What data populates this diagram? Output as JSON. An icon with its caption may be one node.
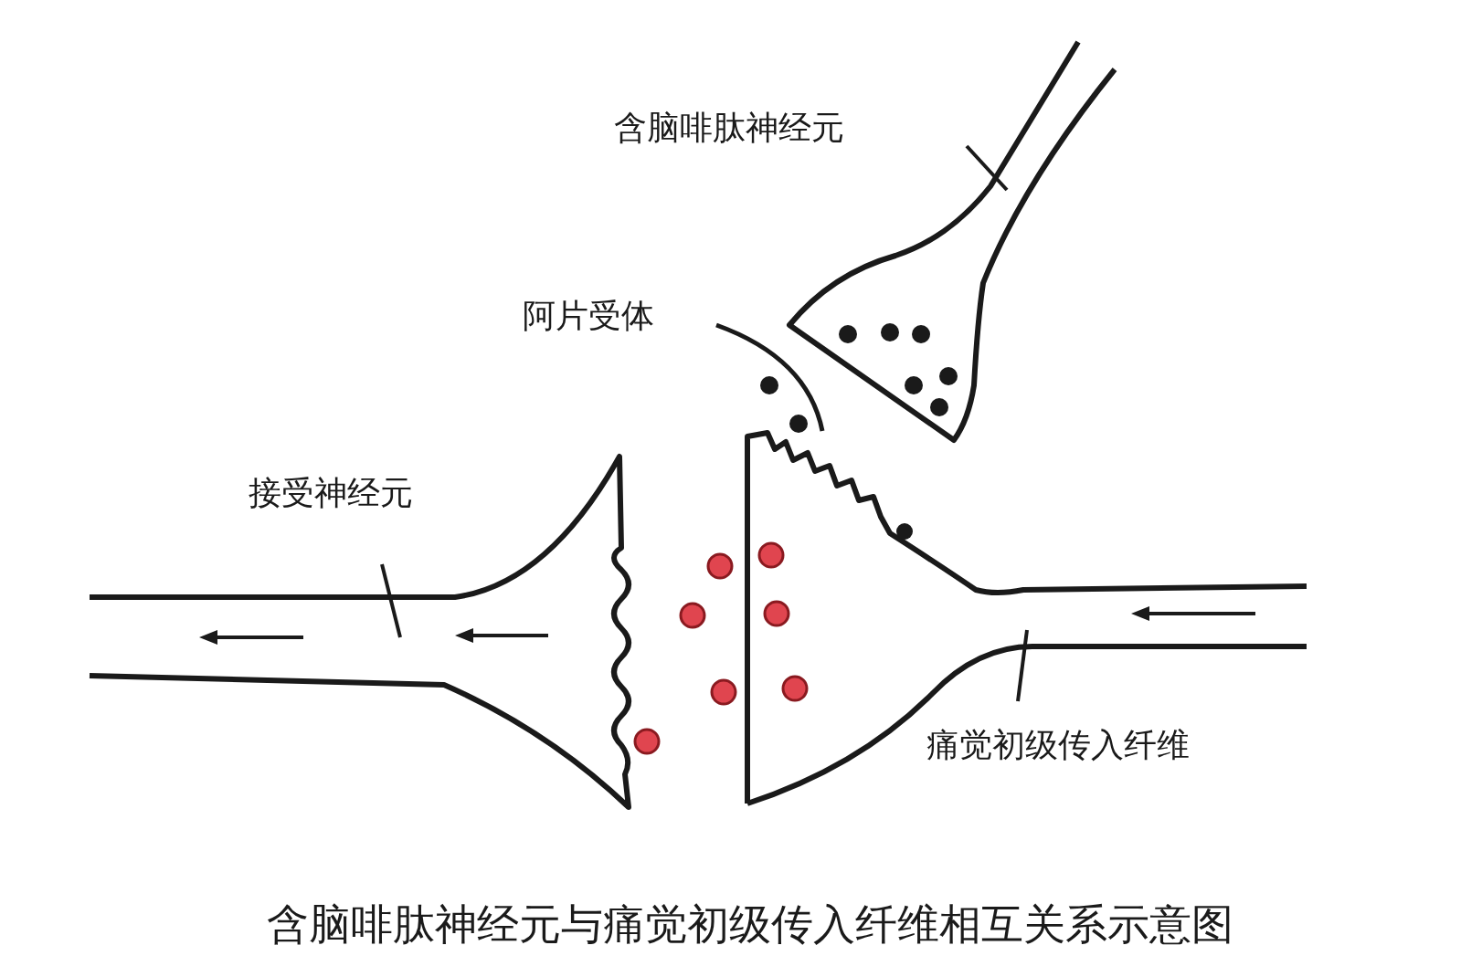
{
  "diagram": {
    "caption": "含脑啡肽神经元与痛觉初级传入纤维相互关系示意图",
    "nodes": [
      {
        "text": [
          "阿片受体"
        ]
      },
      {
        "text": [],
        "shape": "picture"
      }
    ],
    "edges": [
      {
        "from": 0,
        "to": 1,
        "arrow": "none"
      }
    ],
    "labels": [
      "含脑啡肽神经元",
      "接受神经元",
      "痛觉初级传入纤维"
    ]
  }
}
